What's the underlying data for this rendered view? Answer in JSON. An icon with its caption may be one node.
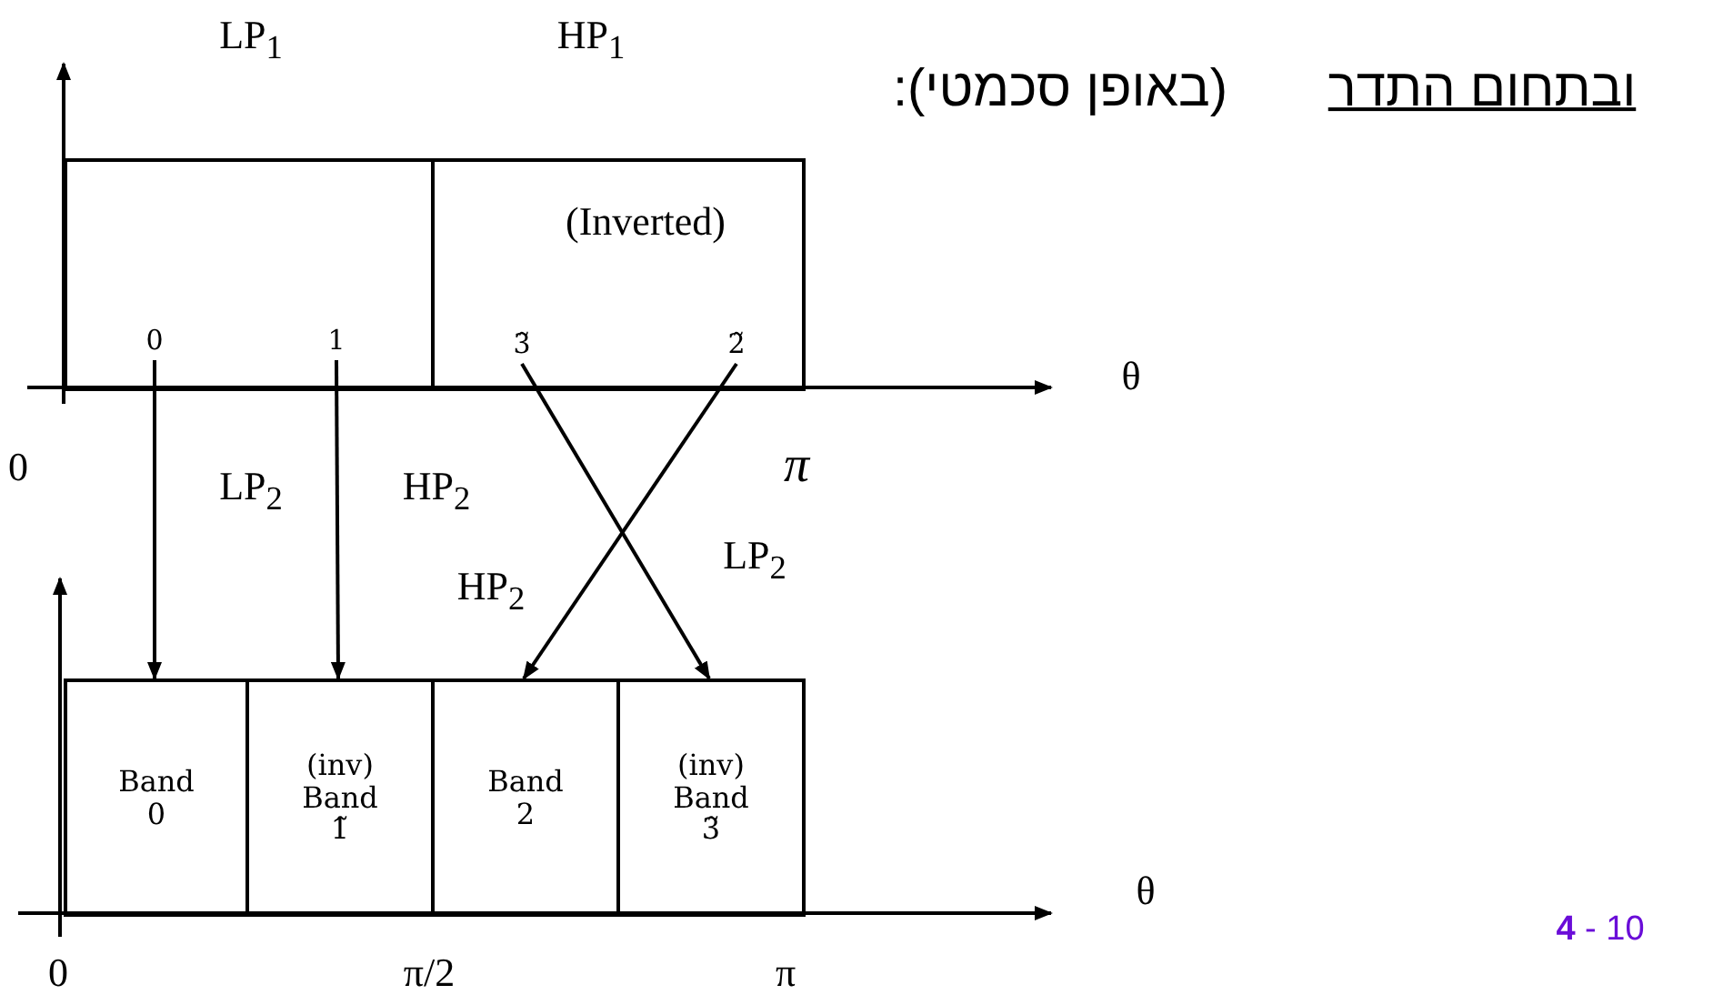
{
  "diagram": {
    "nodes": [
      {
        "text": [
          "LP$_{1}$"
        ]
      },
      {
        "text": [
          "HP$_{1}$",
          "(Inverted)"
        ]
      },
      {
        "text": [
          "0"
        ],
        "in": 0
      },
      {
        "text": [
          "1"
        ],
        "in": 0
      },
      {
        "text": [
          "3̃"
        ],
        "in": 1
      },
      {
        "text": [
          "2̃"
        ],
        "in": 1
      },
      {
        "text": [
          "Band 0"
        ]
      },
      {
        "text": [
          "(inv) Band 1̃"
        ]
      },
      {
        "text": [
          "Band 2"
        ]
      },
      {
        "text": [
          "(inv) Band 3̃"
        ]
      }
    ],
    "edges": [
      {
        "from": 2,
        "to": 6,
        "arrow": "to",
        "label": "LP$_{2}$"
      },
      {
        "from": 3,
        "to": 7,
        "arrow": "to",
        "label": "HP$_{2}$"
      },
      {
        "from": 4,
        "to": 9,
        "arrow": "to",
        "label": "LP$_{2}$"
      },
      {
        "from": 5,
        "to": 8,
        "arrow": "to",
        "label": "HP$_{2}$"
      }
    ],
    "labels": [
      "ובתחום התדר",
      "(באופן סכמטי):",
      "θ",
      "0",
      "π",
      "θ",
      "0",
      "π/2",
      "π",
      "**4** - 10"
    ]
  }
}
